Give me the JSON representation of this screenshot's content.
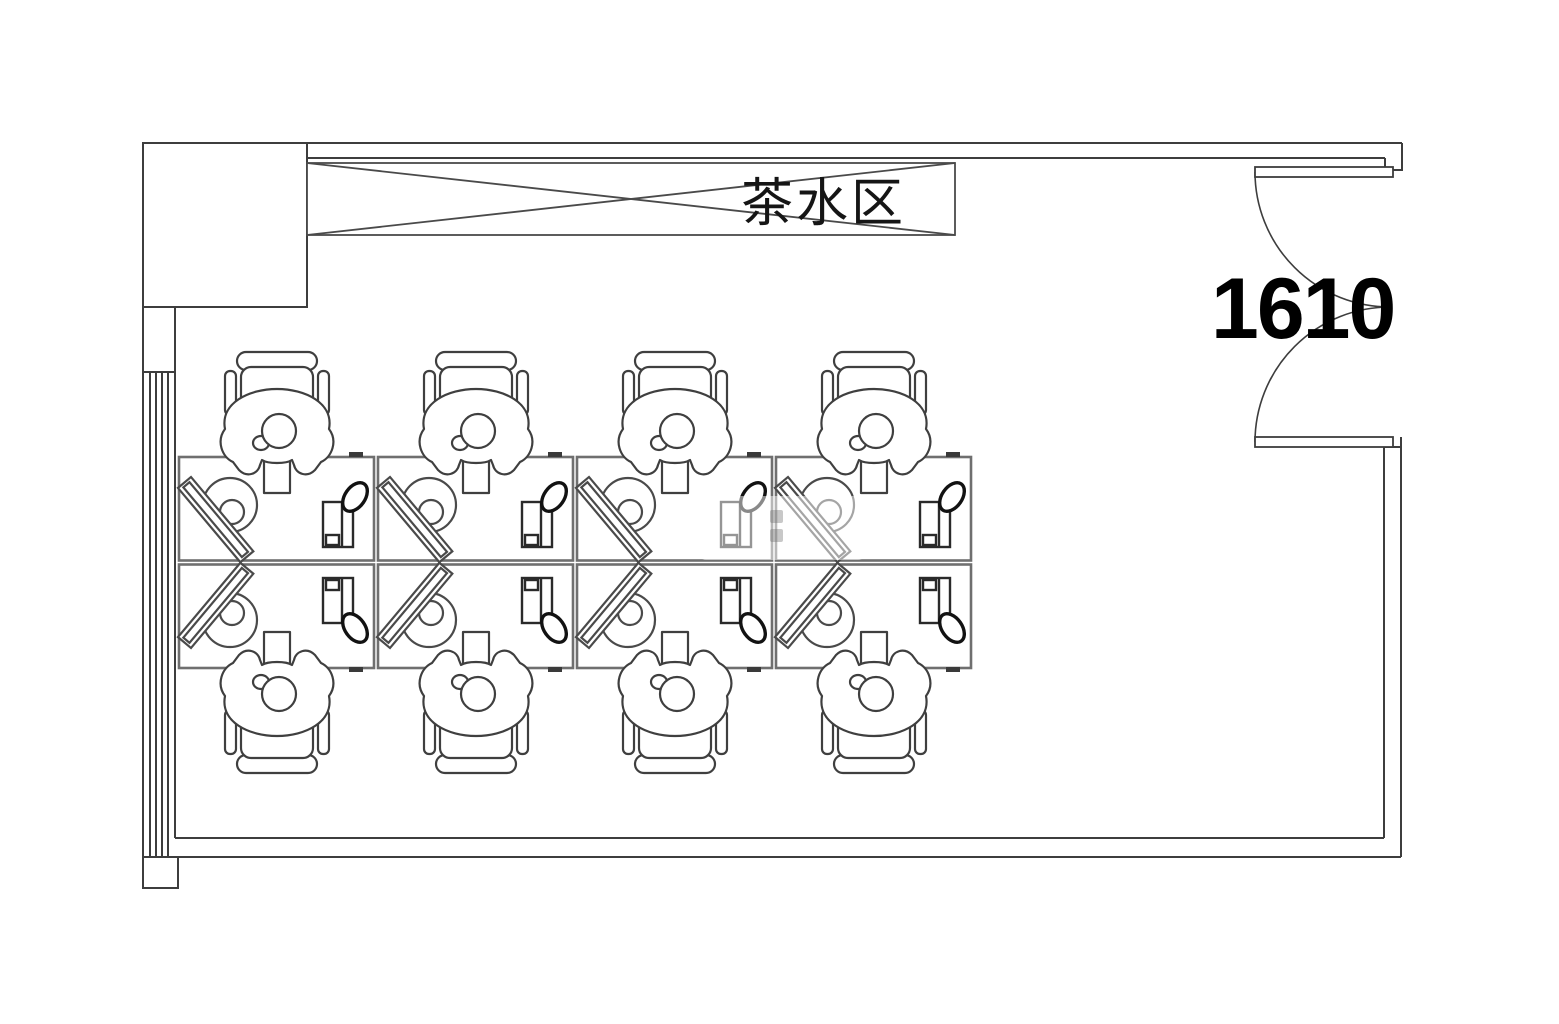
{
  "floorplan": {
    "room_label": "1610",
    "tea_area": {
      "label": "茶水区"
    },
    "workstations": {
      "count": 8,
      "rows": 2,
      "columns": 4,
      "per_station_items": [
        "desk",
        "office-chair",
        "person",
        "monitor",
        "desk-phone"
      ]
    },
    "features": {
      "door": "double swing door in right wall",
      "window": "glazed window along left wall",
      "tea_counter": "crossed counter along top wall"
    },
    "colors": {
      "background": "#ffffff",
      "wall_line": "#3d3d3d",
      "desk_line": "#6f6f6f",
      "text": "#000000"
    }
  }
}
